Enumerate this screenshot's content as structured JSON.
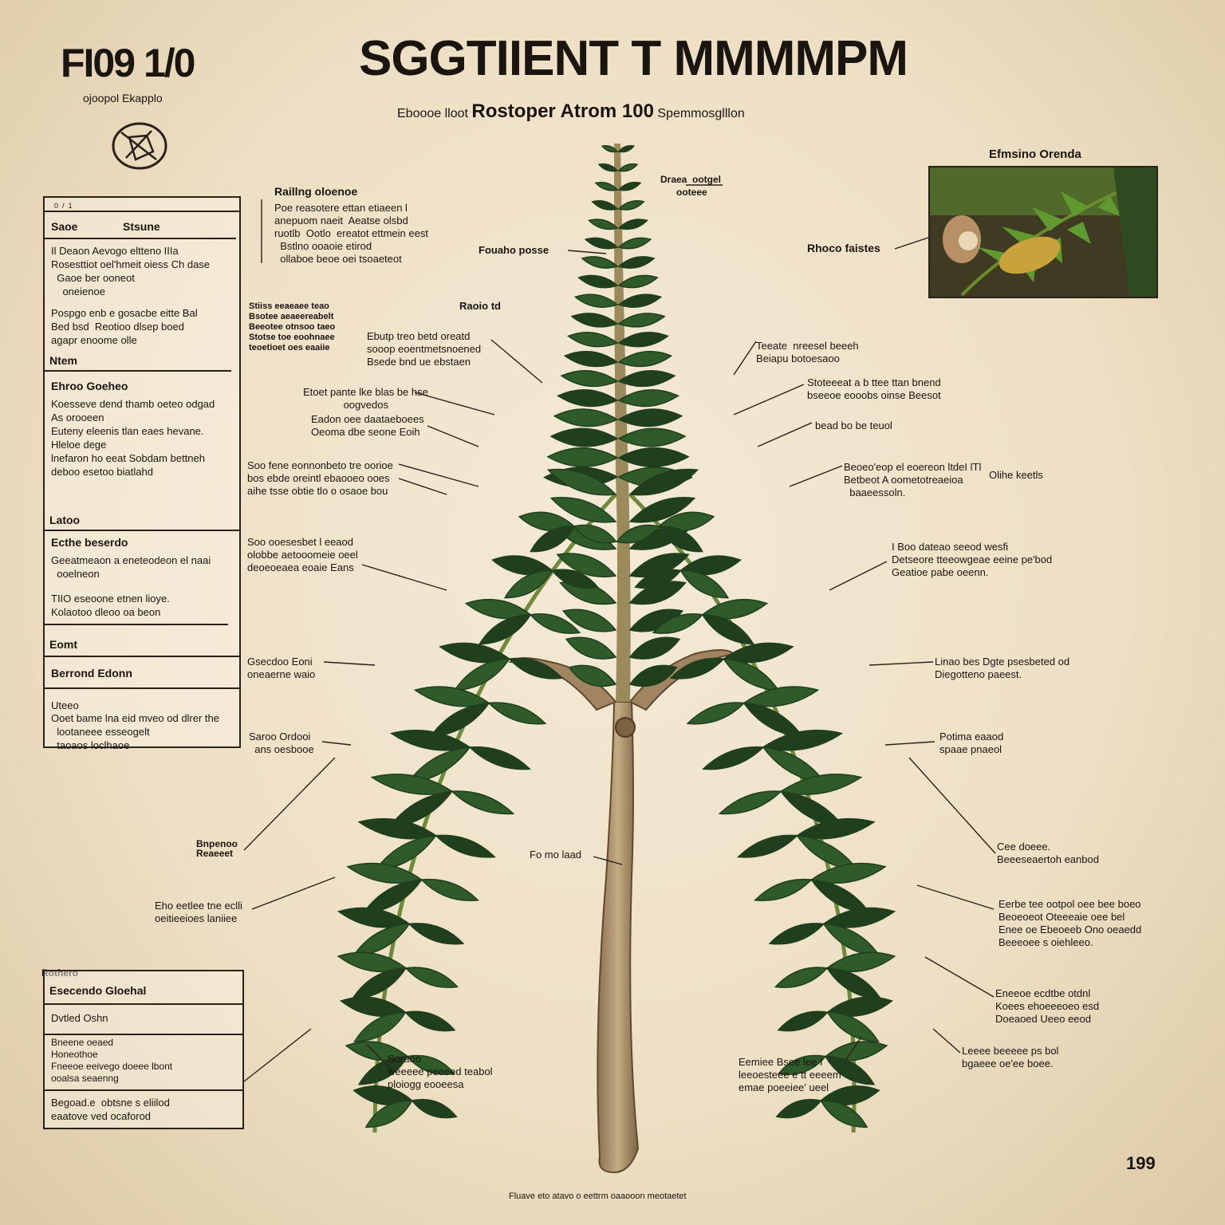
{
  "header": {
    "fig_number": "FI09 1/0",
    "fig_sub": "ojoopol   Ekapplo",
    "title": "SGGTIIENT  T  MMMMPM",
    "subtitle_left": "Eboooe  lloot",
    "subtitle_bold": "Rostoper Atrom 100",
    "subtitle_right": "Spemmosglllon"
  },
  "photo": {
    "caption": "Efmsino Orenda",
    "label": "Rhoco faistes"
  },
  "left_panel": {
    "top_small": "0  /  1",
    "header_col1": "Saoe",
    "header_col2": "Stsune",
    "block1": "Il Deaon Aevogo eltteno IIIa\nRosesttiot oel'hmeit oiess Ch dase\n  Gaoe ber ooneot\n    oneienoe",
    "block2": "Pospgo enb e gosacbe eitte Bal\nBed bsd  Reotioo dlsep boed\nagapr enoome olle",
    "sec2_title": "Ntem",
    "sec2_head": "Ehroo Goeheo",
    "sec2_text": "Koesseve dend thamb oeteo odgad\nAs orooeen\nEuteny eleenis tlan eaes hevane.\nHleloe dege\nlnefaron ho eeat Sobdam bettneh\ndeboo esetoo biatlahd",
    "sec3_title": "Latoo",
    "sec3_head": "Ecthe beserdo",
    "sec3_text1": "Geeatmeaon a eneteodeon el naai\n  ooelneon",
    "sec3_text2": "TIIO eseoone etnen lioye.\nKolaotoo dleoo oa beon",
    "sec4_title": "Eomt",
    "sec4_head": "Berrond Edonn",
    "sec5_title": "Uteeo",
    "sec5_text": "Ooet bame lna eid mveo od dlrer the\n  lootaneee esseogelt\n  taoaos loclhaoe"
  },
  "bottom_panel": {
    "tab": "Rothero",
    "row1": "Esecendo Gloehal",
    "row2": "Dvtled Oshn",
    "row3": "Bneene oeaed\nHoneothoe\nFneeoe eeivego doeee lbont\nooalsa seaenng",
    "row4": "Begoad.e  obtsne s eliilod\neaatove ved ocaforod"
  },
  "callouts": {
    "top_right": "Draea  ootgel\n      ooteee",
    "apex_left": "Fouaho posse",
    "upper_left_title": "Raillng oloenoe",
    "upper_left_text": "Poe reasotere ettan etiaeen l\nanepuom naeit  Aeatse olsbd\nruotlb  Ootlo  ereatot ettmein eest\n  Bstlno ooaoie etirod\n  ollaboe beoe oei tsoaeteot",
    "mid_left_title": "Raoio td",
    "mid_left_small": "Stiiss eeaeaee teao\nBsotee aeaeereabelt\nBeeotee otnsoo taeo\nStotse toe eoohnaee\nteoetioet oes eaaiie",
    "l1": "Ebutp treo betd oreatd\nsooop eoentmetsnoened\nBsede bnd ue ebstaen",
    "l2": "Etoet pante lke blas be hse\n              oogvedos",
    "l3": "Eadon oee daataeboees\nOeoma dbe seone Eoih",
    "l4": "Soo fene eonnonbeto tre oorioe\nbos ebde oreintl ebaooeo ooes\naihe tsse obtie tlo o osaoe bou",
    "l5": "Soo ooesesbet l eeaod\nolobbe aetooomeie oeel\ndeoeoeaea eoaie Eans",
    "l6": "Gsecdoo Eoni\noneaerne waio",
    "l7": "Saroo Ordooi\n  ans oesbooe",
    "l8": "Bnpenoo\nReaeeet",
    "l9": "Eho eetlee tne eclli\noeitieeioes laniiee",
    "l10": "Soraoo\nweeeee peeeed teabol\nploiogg eooeesa",
    "trunk": "Fo mo laad",
    "r1": "Teeate  nreesel beeeh\nBeiapu botoesaoo",
    "r2": "Stoteeeat a b ttee ttan bnend\nbseeoe eooobs oinse Beesot",
    "r3": "bead bo be teuol",
    "r4": "Beoeo'eop el eoereon ltdeI lTl\nBetbeot A oometotreaeioa\n  baaeessoln.",
    "r4b": "Olihe keetls",
    "r5": "I Boo dateao seeod wesfi\nDetseore tteeowgeae eeine pe'bod\nGeatioe pabe oeenn.",
    "r6": "Linao bes Dgte psesbeted od\nDiegotteno paeest.",
    "r7": "Potima eaaod\nspaae pnaeol",
    "r8": "Cee doeee.\nBeeeseaertoh eanbod",
    "r9": "Eerbe tee ootpol oee bee boeo\nBeoeoeot Oteeeaie oee bel\nEnee oe Ebeoeeb Ono oeaedd\nBeeeoee s oiehleeo.",
    "r10": "Eneeoe ecdtbe otdnl\nKoees ehoeeeoeo esd\nDoeaoed Ueeo eeod",
    "r11": "Leeee beeeee ps bol\nbgaeee oe'ee boee.",
    "r12": "Eemiee Bsee lee I\nleeoesteee e tt eeeem\nemae poeeiee' ueel"
  },
  "page_number": "199",
  "footer": "Fluave eto  atavo o eettrm  oaaooon  meotaetet",
  "colors": {
    "background": "#eddfc3",
    "ink": "#1b1510",
    "leaf": "#2f5a2a",
    "leaf_dark": "#1f3f1d",
    "trunk": "#a48a63"
  }
}
